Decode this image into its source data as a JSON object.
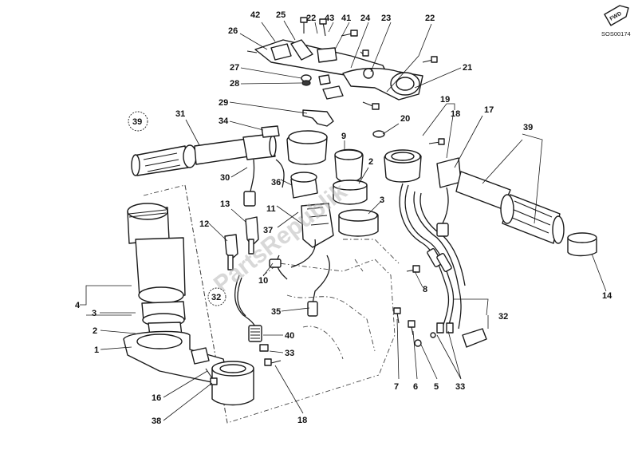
{
  "diagram": {
    "reference_code": "SOS00174",
    "direction_badge": "FWD",
    "watermark": "PartsRepublik",
    "callouts": [
      "42",
      "25",
      "43",
      "22",
      "41",
      "24",
      "23",
      "22",
      "26",
      "27",
      "28",
      "21",
      "29",
      "34",
      "19",
      "18",
      "17",
      "31",
      "39",
      "20",
      "9",
      "2",
      "39",
      "30",
      "36",
      "3",
      "11",
      "13",
      "12",
      "37",
      "10",
      "8",
      "14",
      "32",
      "4",
      "3",
      "35",
      "40",
      "2",
      "33",
      "32",
      "1",
      "16",
      "38",
      "18",
      "7",
      "6",
      "5",
      "33"
    ]
  }
}
